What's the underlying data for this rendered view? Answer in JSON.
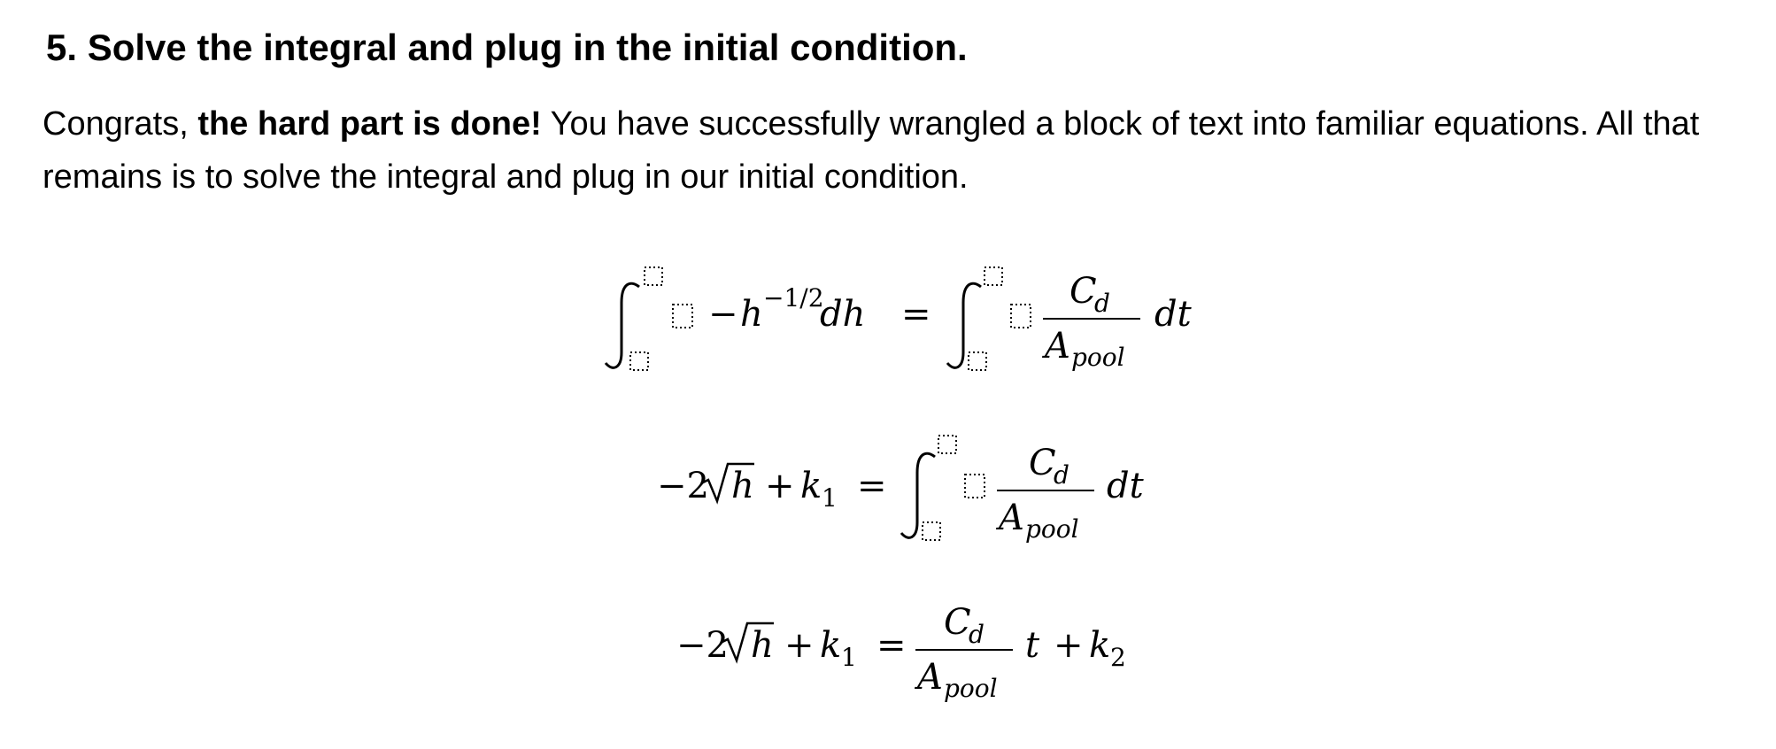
{
  "heading": "5. Solve the integral and plug in the initial condition.",
  "paragraph": {
    "part1": "Congrats, ",
    "bold": "the hard part is done!",
    "part2": " You have successfully wrangled a block of text into familiar equations. All that remains is to solve the integral and plug in our initial condition."
  },
  "eq": {
    "minus": "−",
    "h": "h",
    "exp": "−1/2",
    "dh": "dh",
    "equals": "=",
    "C": "C",
    "d": "d",
    "A": "A",
    "pool": "pool",
    "dt": "dt",
    "minus2": "−2",
    "plus": "+",
    "k": "k",
    "sub1": "1",
    "sub2": "2",
    "t": "t"
  }
}
